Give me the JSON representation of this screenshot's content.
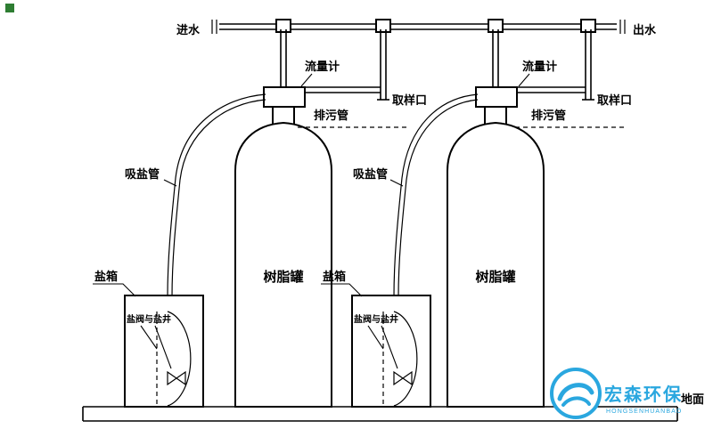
{
  "diagram": {
    "labels": {
      "inlet": "进水",
      "outlet": "出水",
      "flow_meter": "流量计",
      "sampling_port": "取样口",
      "drain_pipe": "排污管",
      "salt_suction_pipe": "吸盐管",
      "resin_tank": "树脂罐",
      "salt_box": "盐箱",
      "salt_valve_and_well": "盐阀与盐井",
      "ground": "地面"
    },
    "logo": {
      "name": "宏森环保",
      "subtitle": "HONGSENHUANBAO",
      "color": "#2aa7df"
    },
    "colors": {
      "line": "#000000",
      "background": "#ffffff",
      "artifact_green": "#2e7d32"
    }
  }
}
